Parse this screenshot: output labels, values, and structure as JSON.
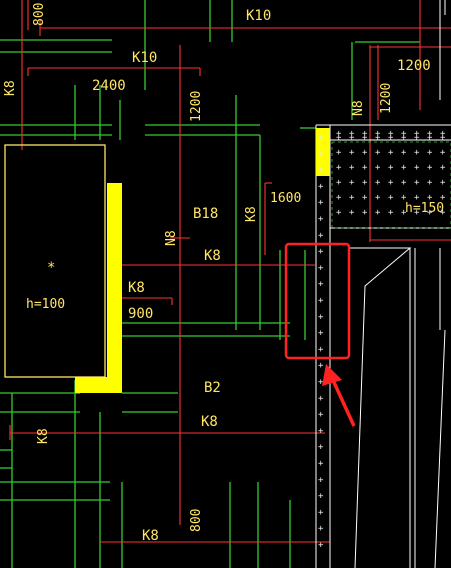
{
  "labels": {
    "k10_top": "K10",
    "k10_mid": "K10",
    "dim_2400": "2400",
    "dim_1200_left": "1200",
    "dim_1200_right_v": "1200",
    "dim_1200_right_h": "1200",
    "dim_800_top": "800",
    "dim_800_bottom": "800",
    "k8_left_top": "K8",
    "n8_top_right": "N8",
    "n8_mid": "N8",
    "b18": "B18",
    "k8_vert": "K8",
    "dim_1600": "1600",
    "k8_mid_long": "K8",
    "k8_small": "K8",
    "dim_900": "900",
    "h100": "h=100",
    "star": "*",
    "h150": "h=150",
    "b2": "B2",
    "k8_lower": "K8",
    "k8_left_bottom": "K8",
    "k8_bottom": "K8"
  },
  "colors": {
    "background": "#000000",
    "rebar_red": "#ff3333",
    "beam_green": "#33cc33",
    "slab_yellow": "#ffff00",
    "text_yellow": "#ffe566",
    "outline_white": "#ffffff",
    "highlight_red": "#ff2222"
  }
}
